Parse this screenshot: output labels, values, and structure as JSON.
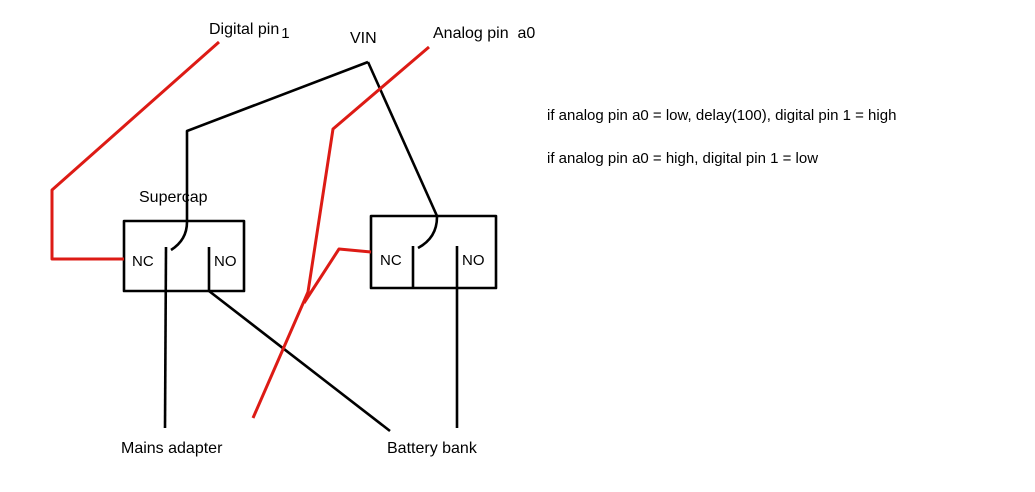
{
  "diagram": {
    "background": "#ffffff",
    "colors": {
      "wire_black": "#000000",
      "wire_red": "#dd1b15"
    },
    "labels": {
      "digital_pin": "Digital pin",
      "digital_pin_sub": "1",
      "vin": "VIN",
      "analog_pin": "Analog pin  a0",
      "supercap": "Supercap",
      "left_nc": "NC",
      "left_no": "NO",
      "right_nc": "NC",
      "right_no": "NO",
      "mains_adapter": "Mains adapter",
      "battery_bank": "Battery bank"
    },
    "notes": [
      "if analog pin a0 = low, delay(100), digital pin 1 = high",
      "if analog pin a0 = high, digital pin 1 = low"
    ]
  }
}
